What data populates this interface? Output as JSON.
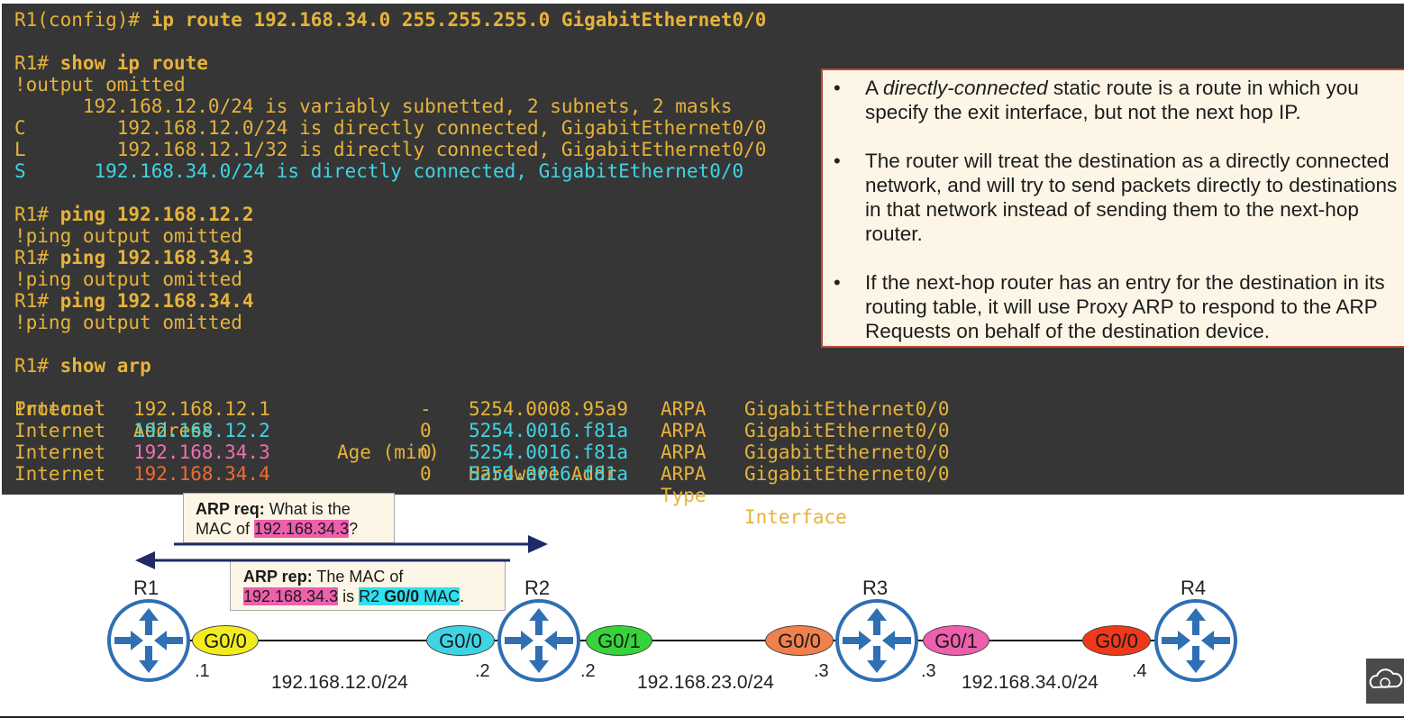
{
  "terminal": {
    "cmd_route": {
      "prompt": "R1(config)# ",
      "command": "ip route 192.168.34.0 255.255.255.0 GigabitEthernet0/0"
    },
    "cmd_show_route": {
      "prompt": "R1# ",
      "command": "show ip route"
    },
    "route_lines": [
      "!output omitted",
      "      192.168.12.0/24 is variably subnetted, 2 subnets, 2 masks",
      "C        192.168.12.0/24 is directly connected, GigabitEthernet0/0",
      "L        192.168.12.1/32 is directly connected, GigabitEthernet0/0",
      "S      192.168.34.0/24 is directly connected, GigabitEthernet0/0"
    ],
    "pings": [
      {
        "prompt": "R1# ",
        "command": "ping 192.168.12.2",
        "output": "!ping output omitted"
      },
      {
        "prompt": "R1# ",
        "command": "ping 192.168.34.3",
        "output": "!ping output omitted"
      },
      {
        "prompt": "R1# ",
        "command": "ping 192.168.34.4",
        "output": "!ping output omitted"
      }
    ],
    "cmd_show_arp": {
      "prompt": "R1# ",
      "command": "show arp"
    },
    "arp_headers": {
      "protocol": "Protocol",
      "address": "Address",
      "age": "Age (min)",
      "hw": "Hardware Addr",
      "type": "Type",
      "iface": "Interface"
    },
    "arp_rows": [
      {
        "protocol": "Internet",
        "address": "192.168.12.1",
        "age": "-",
        "hw": "5254.0008.95a9",
        "type": "ARPA",
        "iface": "GigabitEthernet0/0",
        "addr_color": "#e6b33a",
        "hw_color": "#e6b33a"
      },
      {
        "protocol": "Internet",
        "address": "192.168.12.2",
        "age": "0",
        "hw": "5254.0016.f81a",
        "type": "ARPA",
        "iface": "GigabitEthernet0/0",
        "addr_color": "#3fd4e4",
        "hw_color": "#3fd4e4"
      },
      {
        "protocol": "Internet",
        "address": "192.168.34.3",
        "age": "0",
        "hw": "5254.0016.f81a",
        "type": "ARPA",
        "iface": "GigabitEthernet0/0",
        "addr_color": "#ef6fb2",
        "hw_color": "#3fd4e4"
      },
      {
        "protocol": "Internet",
        "address": "192.168.34.4",
        "age": "0",
        "hw": "5254.0016.f81a",
        "type": "ARPA",
        "iface": "GigabitEthernet0/0",
        "addr_color": "#f26a2e",
        "hw_color": "#3fd4e4"
      }
    ]
  },
  "notes": {
    "bullet_char": "•",
    "b1_pre": "A ",
    "b1_em": "directly-connected",
    "b1_post": " static route is a route in which you specify the exit interface, but not the next hop IP.",
    "b2": "The router will treat the destination as a directly connected network, and will try to send packets directly to destinations in that network instead of sending them to the next-hop router.",
    "b3": "If the next-hop router has an entry for the destination in its routing table, it will use Proxy ARP to respond to the ARP Requests on behalf of the destination device."
  },
  "arp_req": {
    "label": "ARP req:",
    "text1": " What is the",
    "text2": "MAC of ",
    "ip": "192.168.34.3",
    "end": "?"
  },
  "arp_rep": {
    "label": "ARP rep:",
    "text1": " The MAC of",
    "ip": "192.168.34.3",
    "mid": " is ",
    "r2_pre": "R2 ",
    "r2_iface": "G0/0",
    "r2_post": " MAC",
    "end": "."
  },
  "diagram": {
    "routers": [
      "R1",
      "R2",
      "R3",
      "R4"
    ],
    "interfaces": [
      "G0/0",
      "G0/0",
      "G0/1",
      "G0/0",
      "G0/1",
      "G0/0"
    ],
    "interface_colors": [
      "#f2ec1e",
      "#3fd4e4",
      "#36d43a",
      "#f0804c",
      "#ee5fad",
      "#f0391a"
    ],
    "host_ids": [
      ".1",
      ".2",
      ".2",
      ".3",
      ".3",
      ".4"
    ],
    "subnets": [
      "192.168.12.0/24",
      "192.168.23.0/24",
      "192.168.34.0/24"
    ],
    "router_color": "#2f6fb3"
  },
  "logo_icon": "cloud-router-icon"
}
